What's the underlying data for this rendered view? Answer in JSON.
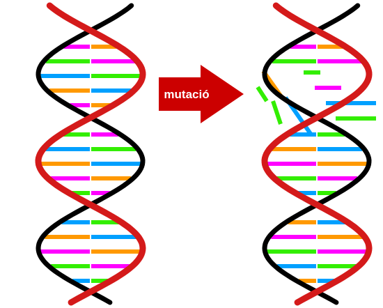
{
  "arrow": {
    "label": "mutació",
    "color": "#cc0000"
  },
  "backbone_colors": {
    "strand_a": "#000000",
    "strand_b": "#d41a1a"
  },
  "base_colors": [
    "#ff00ff",
    "#ff9900",
    "#00a0ff",
    "#33ee00"
  ],
  "helices": [
    {
      "name": "original-dna-helix",
      "mutated": false
    },
    {
      "name": "mutated-dna-helix",
      "mutated": true
    }
  ]
}
